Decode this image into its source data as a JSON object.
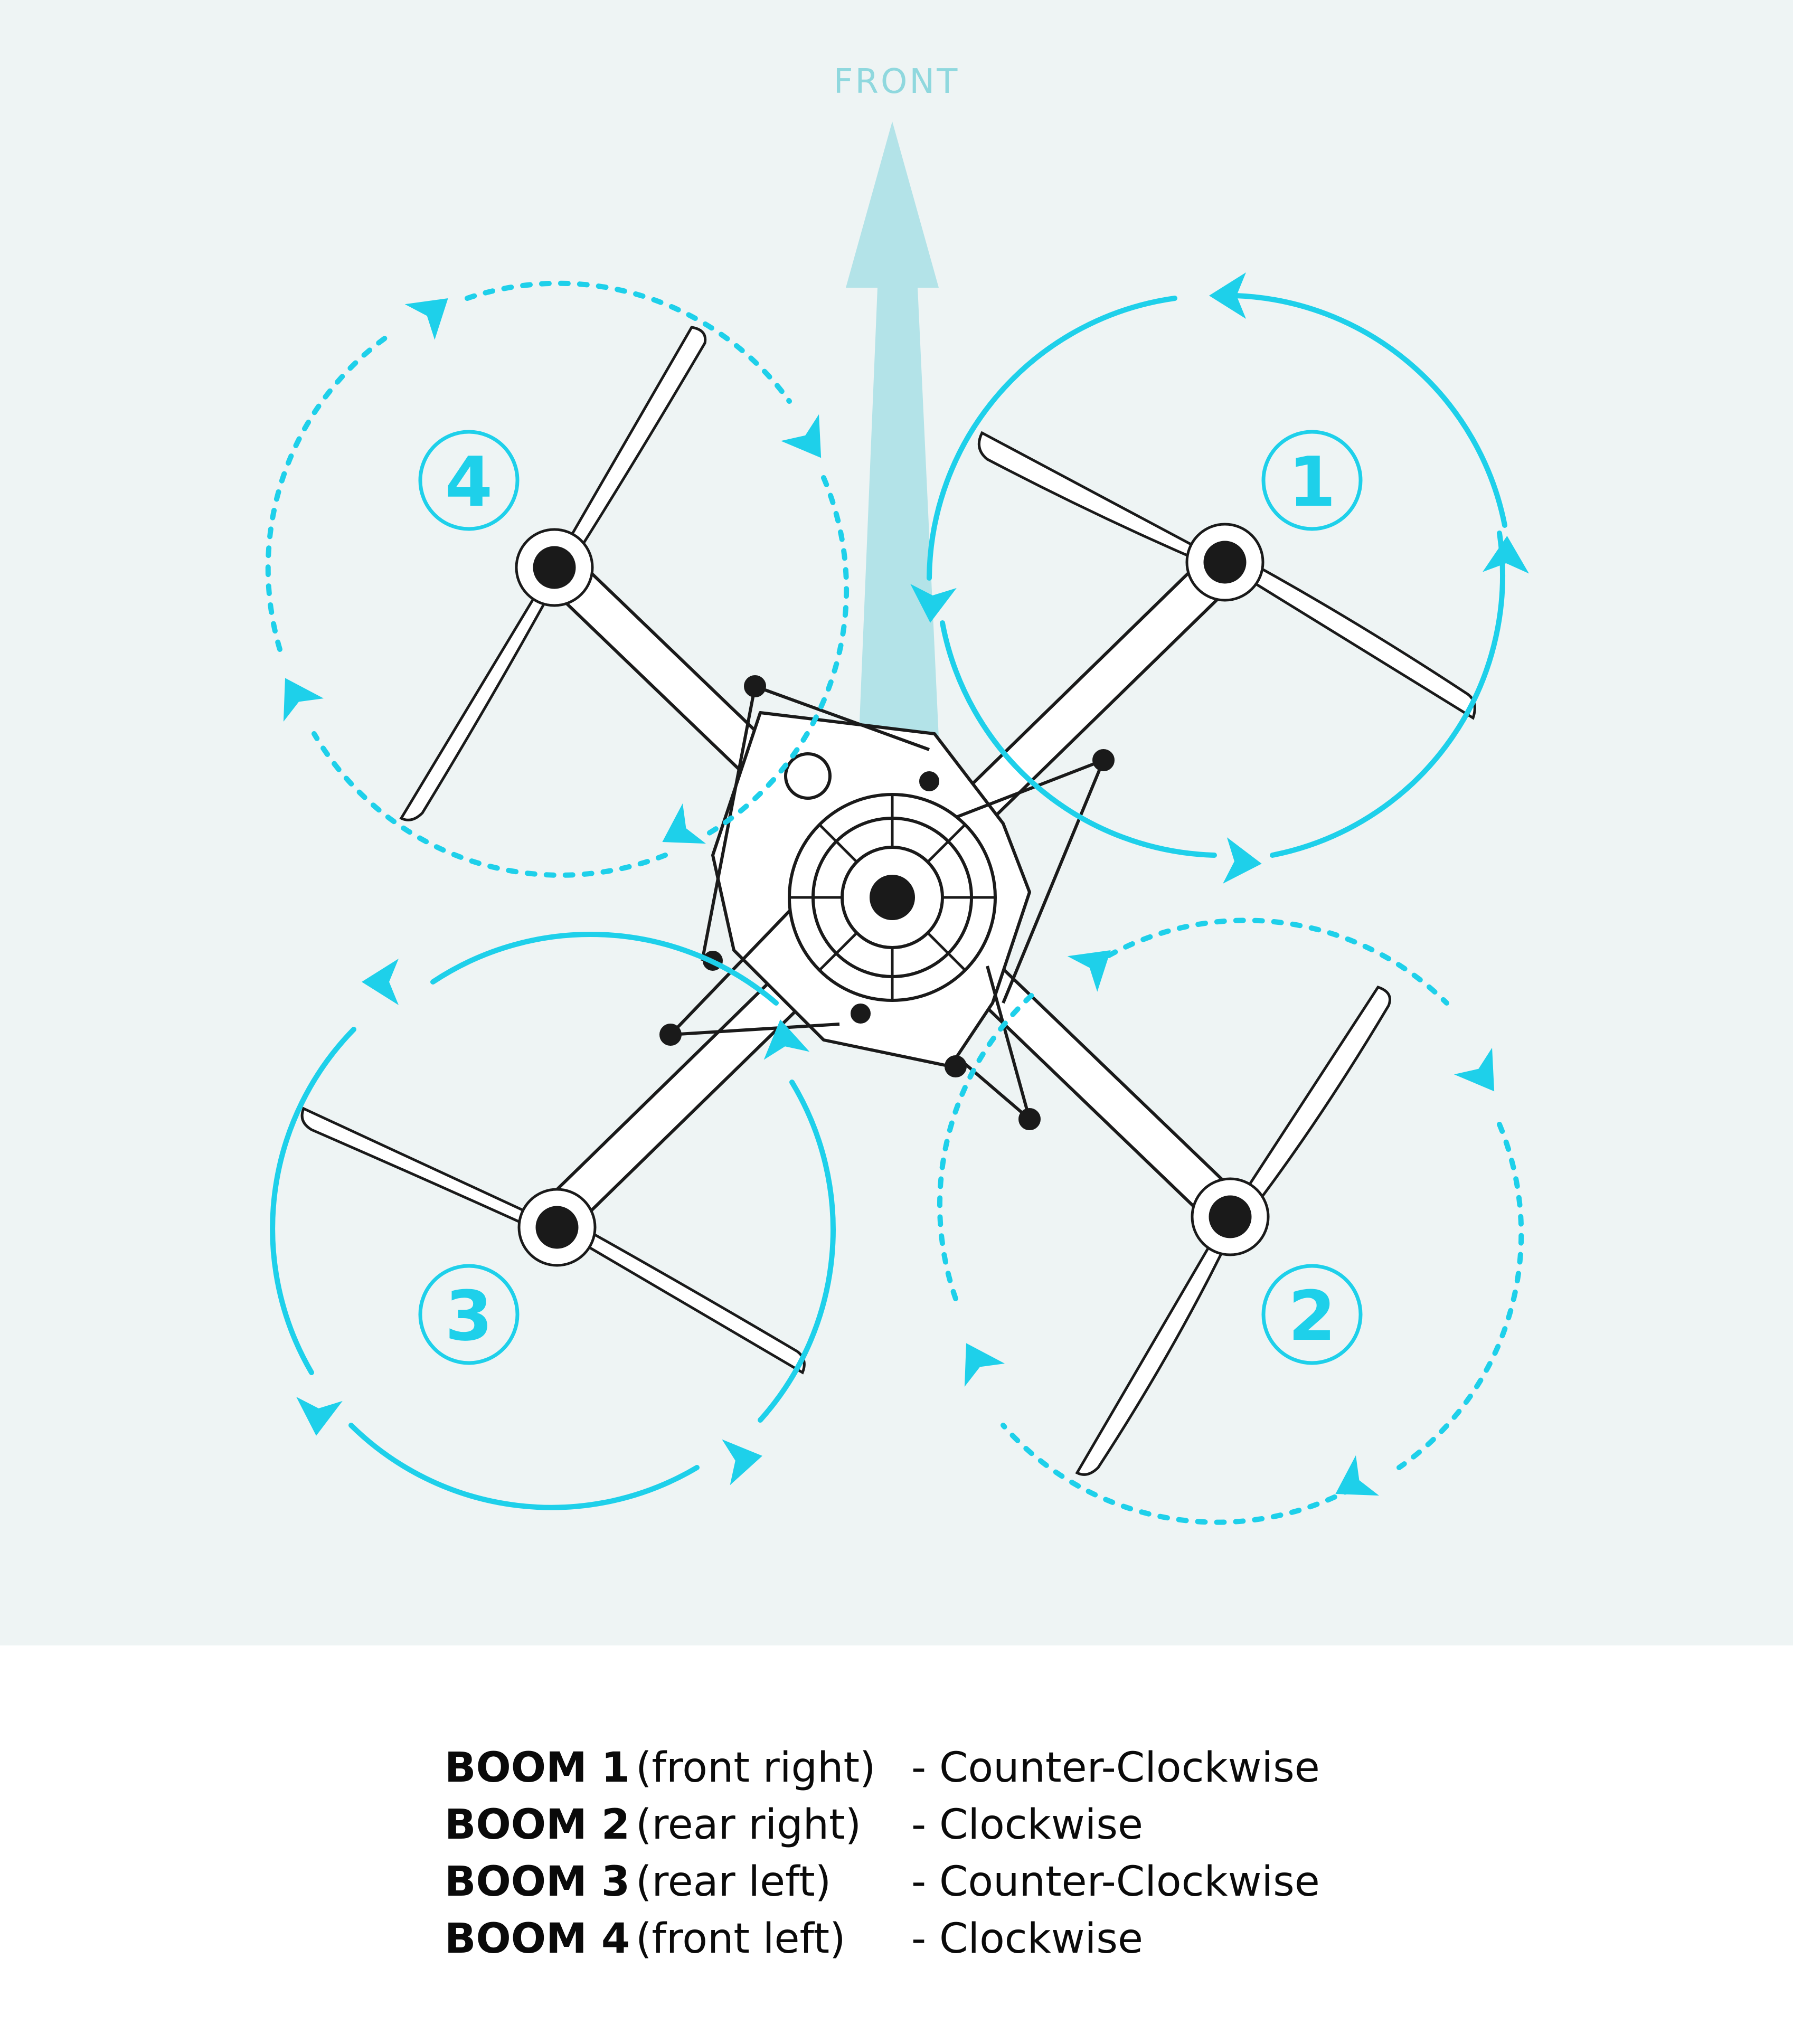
{
  "front_label": "FRONT",
  "colors": {
    "accent": "#1ed0ea",
    "front_arrow": "#b3e3e8",
    "panel_bg": "#eef4f4",
    "drawing": "#1a1a1a"
  },
  "booms": [
    {
      "number": "1",
      "name": "BOOM 1",
      "position": "(front right)",
      "direction": "- Counter-Clockwise",
      "arc_style": "solid"
    },
    {
      "number": "2",
      "name": "BOOM 2",
      "position": "(rear right)",
      "direction": "- Clockwise",
      "arc_style": "dashed"
    },
    {
      "number": "3",
      "name": "BOOM 3",
      "position": "(rear left)",
      "direction": "- Counter-Clockwise",
      "arc_style": "solid"
    },
    {
      "number": "4",
      "name": "BOOM 4",
      "position": "(front left)",
      "direction": "- Clockwise",
      "arc_style": "dashed"
    }
  ]
}
